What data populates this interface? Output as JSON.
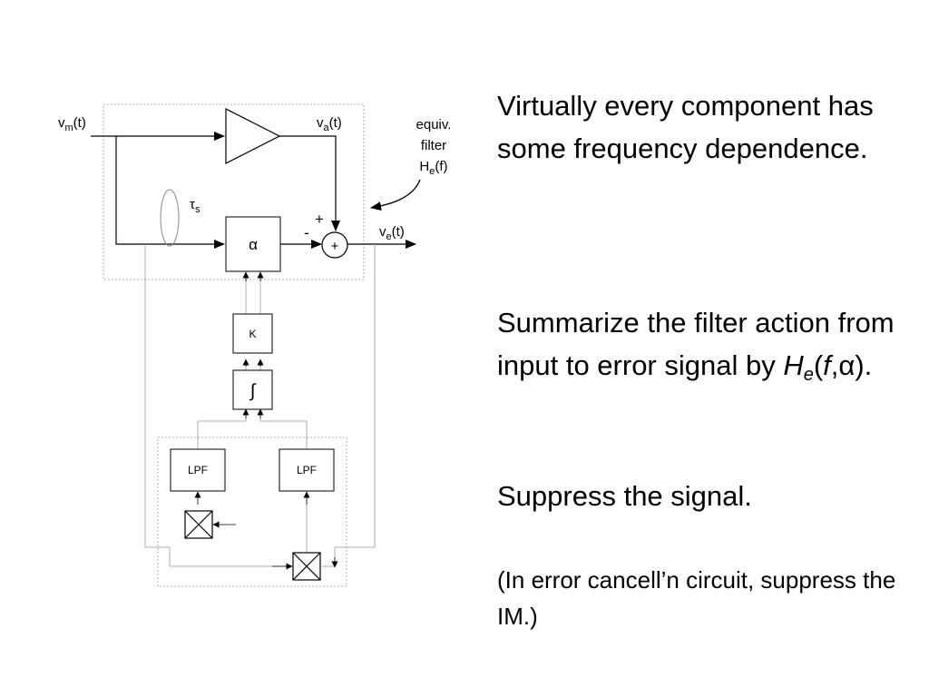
{
  "diagram": {
    "vm_base": "v",
    "vm_sub": "m",
    "vm_tail": "(t)",
    "va_base": "v",
    "va_sub": "a",
    "va_tail": "(t)",
    "ve_base": "v",
    "ve_sub": "e",
    "ve_tail": "(t)",
    "tau_symbol": "τ",
    "tau_sub": "s",
    "equiv_line1": "equiv.",
    "equiv_line2": "filter",
    "he_base": "H",
    "he_sub": "e",
    "he_tail": "(f)",
    "alpha_label": "α",
    "plus_sign": "+",
    "minus_sign": "-",
    "sum_label": "+",
    "k_label": "K",
    "integrator_label": "∫",
    "lpf_left": "LPF",
    "lpf_right": "LPF"
  },
  "text_panel": {
    "para1": "Virtually every component has some frequency dependence.",
    "para2_prefix": "Summarize the filter action from input to error signal by ",
    "para2_H": "H",
    "para2_e": "e",
    "para2_open": "(",
    "para2_f": "f",
    "para2_comma": ",",
    "para2_alpha": "α",
    "para2_close": ").",
    "para3": "Suppress the signal.",
    "para4": "(In error cancell’n circuit, suppress the IM.)"
  }
}
